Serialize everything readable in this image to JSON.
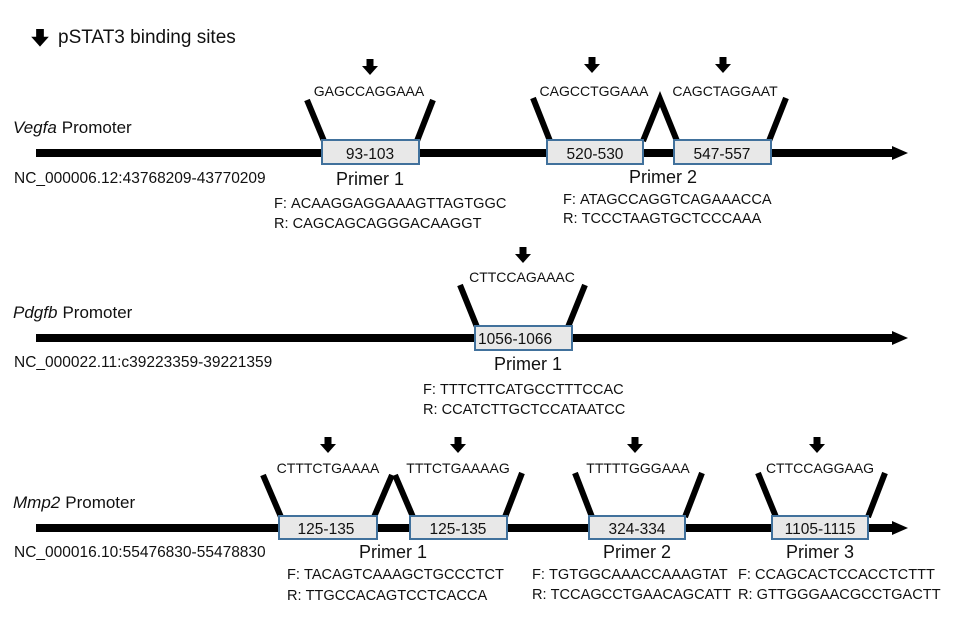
{
  "legend": {
    "icon": "down-arrow-icon",
    "label": "pSTAT3 binding sites"
  },
  "labels": {
    "promoter_suffix": "Promoter",
    "forward_prefix": "F:",
    "reverse_prefix": "R:"
  },
  "promoters": [
    {
      "gene": "Vegfa",
      "accession": "NC_000006.12:43768209-43770209",
      "sites": [
        {
          "sequence": "GAGCCAGGAAA",
          "range": "93-103"
        },
        {
          "sequence": "CAGCCTGGAAA",
          "range": "520-530"
        },
        {
          "sequence": "CAGCTAGGAAT",
          "range": "547-557"
        }
      ],
      "primers": [
        {
          "label": "Primer 1",
          "forward": "ACAAGGAGGAAAGTTAGTGGC",
          "reverse": "CAGCAGCAGGGACAAGGT"
        },
        {
          "label": "Primer 2",
          "forward": "ATAGCCAGGTCAGAAACCA",
          "reverse": "TCCCTAAGTGCTCCCAAA"
        }
      ]
    },
    {
      "gene": "Pdgfb",
      "accession": "NC_000022.11:c39223359-39221359",
      "sites": [
        {
          "sequence": "CTTCCAGAAAC",
          "range": "1056-1066"
        }
      ],
      "primers": [
        {
          "label": "Primer 1",
          "forward": "TTTCTTCATGCCTTTCCAC",
          "reverse": "CCATCTTGCTCCATAATCC"
        }
      ]
    },
    {
      "gene": "Mmp2",
      "accession": "NC_000016.10:55476830-55478830",
      "sites": [
        {
          "sequence": "CTTTCTGAAAA",
          "range": "125-135"
        },
        {
          "sequence": "TTTCTGAAAAG",
          "range": "125-135"
        },
        {
          "sequence": "TTTTTGGGAAA",
          "range": "324-334"
        },
        {
          "sequence": "CTTCCAGGAAG",
          "range": "1105-1115"
        }
      ],
      "primers": [
        {
          "label": "Primer 1",
          "forward": "TACAGTCAAAGCTGCCCTCT",
          "reverse": "TTGCCACAGTCCTCACCA"
        },
        {
          "label": "Primer 2",
          "forward": "TGTGGCAAACCAAAGTAT",
          "reverse": "TCCAGCCTGAACAGCATT"
        },
        {
          "label": "Primer 3",
          "forward": "CCAGCACTCCACCTCTTT",
          "reverse": "GTTGGGAACGCCTGACTT"
        }
      ]
    }
  ],
  "colors": {
    "region_box_fill": "#e8e8e8",
    "region_box_border": "#41719c",
    "line": "#000000"
  }
}
